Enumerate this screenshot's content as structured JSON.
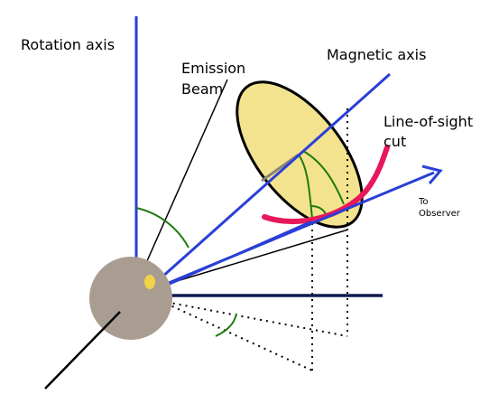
{
  "labels": {
    "rotation_axis": "Rotation axis",
    "magnetic_axis": "Magnetic axis",
    "emission_line1": "Emission",
    "emission_line2": "Beam",
    "line_of_sight_line1": "Line-of-sight",
    "line_of_sight_line2": "cut",
    "observer_line1": "To",
    "observer_line2": "Observer"
  },
  "colors": {
    "axis_blue": "#2a3fd6",
    "horizontal_axis": "#111a4f",
    "angle_arcs": "#1f7a0f",
    "beam_fill": "#f3e38f",
    "pulsar_body": "#a99d92",
    "pulsar_pole": "#f1d34a",
    "line_of_sight": "#e8185a",
    "outline": "#000000"
  }
}
